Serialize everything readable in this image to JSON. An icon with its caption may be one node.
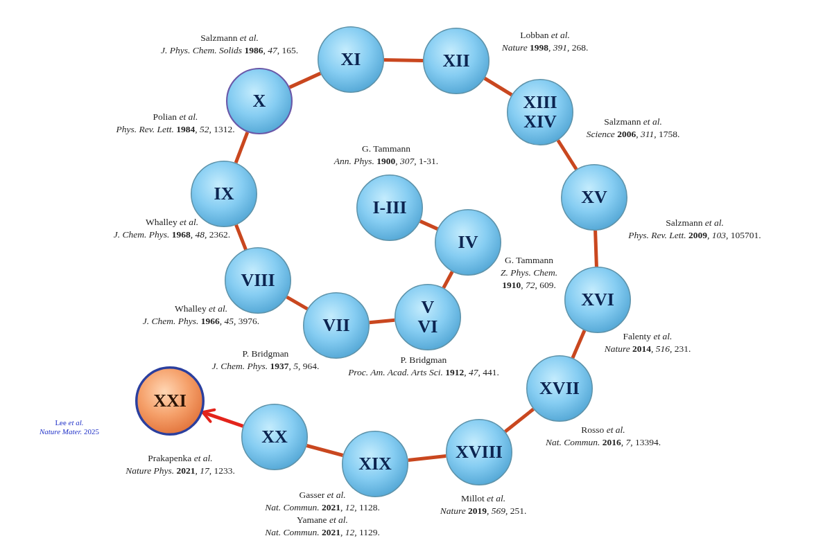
{
  "diagram": {
    "nodes": [
      {
        "text": [
          "I-III"
        ],
        "beside": [
          "G. Tammann",
          "*Ann. Phys.* **1900**, *307*, 1-31."
        ]
      },
      {
        "text": [
          "IV"
        ],
        "beside": [
          "G. Tammann",
          "*Z. Phys. Chem.* **1910**, *72*, 609."
        ]
      },
      {
        "text": [
          "V",
          "VI"
        ],
        "beside": [
          "P. Bridgman",
          "*Proc. Am. Acad. Arts Sci.* **1912**, *47*, 441."
        ]
      },
      {
        "text": [
          "VII"
        ],
        "beside": [
          "P. Bridgman",
          "*J. Chem. Phys.* **1937**, *5*, 964."
        ]
      },
      {
        "text": [
          "VIII"
        ],
        "beside": [
          "Whalley *et al.*",
          "*J. Chem. Phys.* **1966**, *45*, 3976."
        ]
      },
      {
        "text": [
          "IX"
        ],
        "beside": [
          "Whalley *et al.*",
          "*J. Chem. Phys.* **1968**, *48*, 2362."
        ]
      },
      {
        "text": [
          "X"
        ],
        "beside": [
          "Polian *et al.*",
          "*Phys. Rev. Lett.* **1984**, *52*, 1312."
        ]
      },
      {
        "text": [
          "XI"
        ],
        "beside": [
          "Salzmann *et al.*",
          "*J. Phys. Chem. Solids* **1986**, *47*, 165."
        ]
      },
      {
        "text": [
          "XII"
        ],
        "beside": [
          "Lobban *et al.*",
          "*Nature* **1998**, *391*, 268."
        ]
      },
      {
        "text": [
          "XIII",
          "XIV"
        ],
        "beside": [
          "Salzmann *et al.*",
          "*Science* **2006**, *311*, 1758."
        ]
      },
      {
        "text": [
          "XV"
        ],
        "beside": [
          "Salzmann *et al.*",
          "*Phys. Rev. Lett.* **2009**, *103*, 105701."
        ]
      },
      {
        "text": [
          "XVI"
        ],
        "beside": [
          "Falenty *et al.*",
          "*Nature* **2014**, *516*, 231."
        ]
      },
      {
        "text": [
          "XVII"
        ],
        "beside": [
          "Rosso *et al.*",
          "*Nat. Commun.* **2016**, *7*, 13394."
        ]
      },
      {
        "text": [
          "XVIII"
        ],
        "beside": [
          "Millot *et al.*",
          "*Nature* **2019**, *569*, 251."
        ]
      },
      {
        "text": [
          "XIX"
        ],
        "beside": [
          "Gasser *et al.*",
          "*Nat. Commun.* **2021**, *12*, 1128.",
          "Yamane *et al.*",
          "*Nat. Commun.* **2021**, *12*, 1129."
        ]
      },
      {
        "text": [
          "XX"
        ],
        "beside": [
          "Prakapenka *et al.*",
          "*Nature Phys.* **2021**, *17*, 1233."
        ]
      },
      {
        "text": [
          "XXI"
        ],
        "beside": [
          "Lee *et al.*",
          "*Nature Mater.* 2025"
        ]
      }
    ],
    "edges": [
      {
        "from": 0,
        "to": 1,
        "arrow": "none"
      },
      {
        "from": 1,
        "to": 2,
        "arrow": "none"
      },
      {
        "from": 2,
        "to": 3,
        "arrow": "none"
      },
      {
        "from": 3,
        "to": 4,
        "arrow": "none"
      },
      {
        "from": 4,
        "to": 5,
        "arrow": "none"
      },
      {
        "from": 5,
        "to": 6,
        "arrow": "none"
      },
      {
        "from": 6,
        "to": 7,
        "arrow": "none"
      },
      {
        "from": 7,
        "to": 8,
        "arrow": "none"
      },
      {
        "from": 8,
        "to": 9,
        "arrow": "none"
      },
      {
        "from": 9,
        "to": 10,
        "arrow": "none"
      },
      {
        "from": 10,
        "to": 11,
        "arrow": "none"
      },
      {
        "from": 11,
        "to": 12,
        "arrow": "none"
      },
      {
        "from": 12,
        "to": 13,
        "arrow": "none"
      },
      {
        "from": 13,
        "to": 14,
        "arrow": "none"
      },
      {
        "from": 14,
        "to": 15,
        "arrow": "none"
      },
      {
        "from": 15,
        "to": 16,
        "arrow": "to",
        "color": "#e3241b"
      }
    ]
  }
}
